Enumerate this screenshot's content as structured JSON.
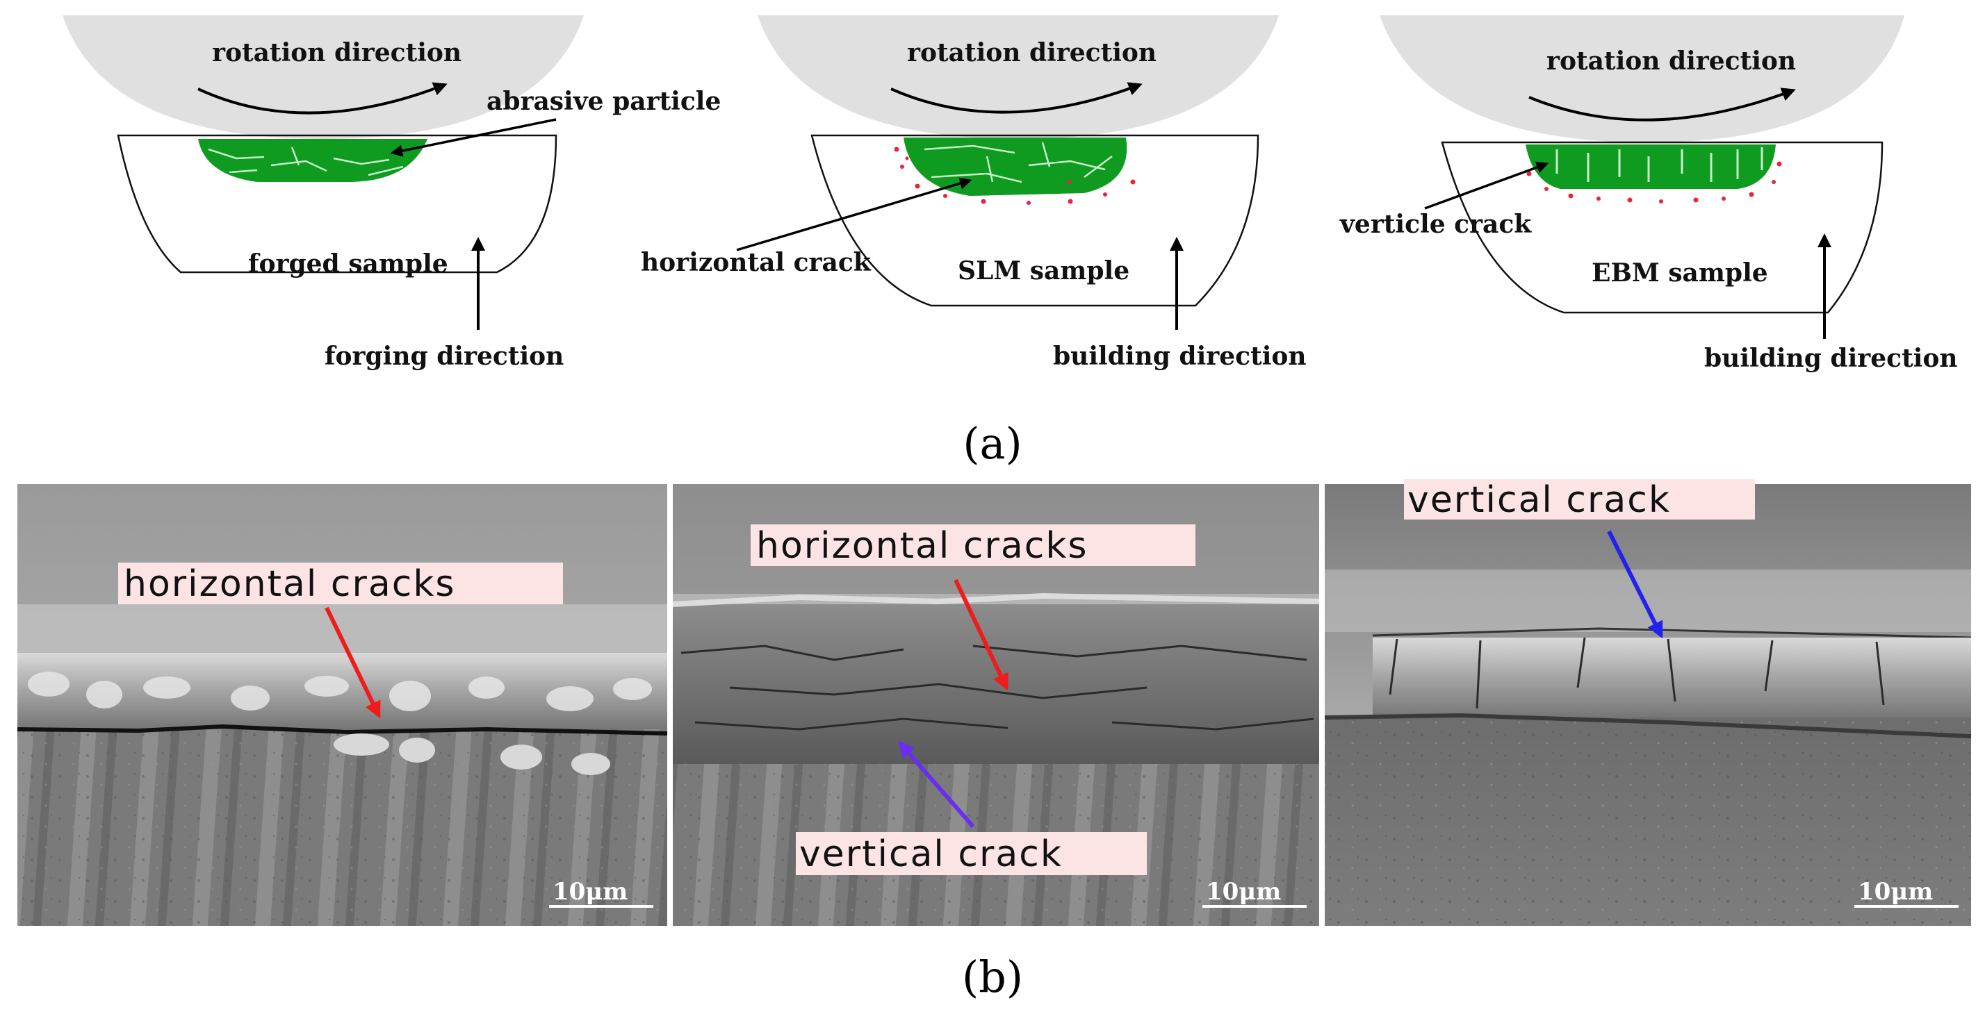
{
  "panel_a": {
    "caption": "(a)",
    "panels": [
      {
        "rotation_label": "rotation direction",
        "sample_label": "forged sample",
        "direction_label": "forging direction",
        "callout_label": "abrasive particle"
      },
      {
        "rotation_label": "rotation direction",
        "sample_label": "SLM sample",
        "direction_label": "building direction",
        "callout_label": "horizontal crack"
      },
      {
        "rotation_label": "rotation direction",
        "sample_label": "EBM sample",
        "direction_label": "building direction",
        "callout_label": "verticle crack"
      }
    ]
  },
  "panel_b": {
    "caption": "(b)",
    "images": [
      {
        "labels": [
          "horizontal cracks"
        ],
        "scale_bar": "10μm"
      },
      {
        "labels": [
          "horizontal cracks",
          "vertical  crack"
        ],
        "scale_bar": "10μm"
      },
      {
        "labels": [
          "vertical  crack"
        ],
        "scale_bar": "10μm"
      }
    ]
  },
  "colors": {
    "wheel": "#e0e0e0",
    "wear_layer": "#0f9a20",
    "crack_lines": "#c8f0c8",
    "pores": "#e8253a",
    "label_background": "#fce4e4",
    "arrow_red": "#ee1c1c",
    "arrow_blue": "#2222ee",
    "arrow_violet": "#6a2ef0"
  }
}
